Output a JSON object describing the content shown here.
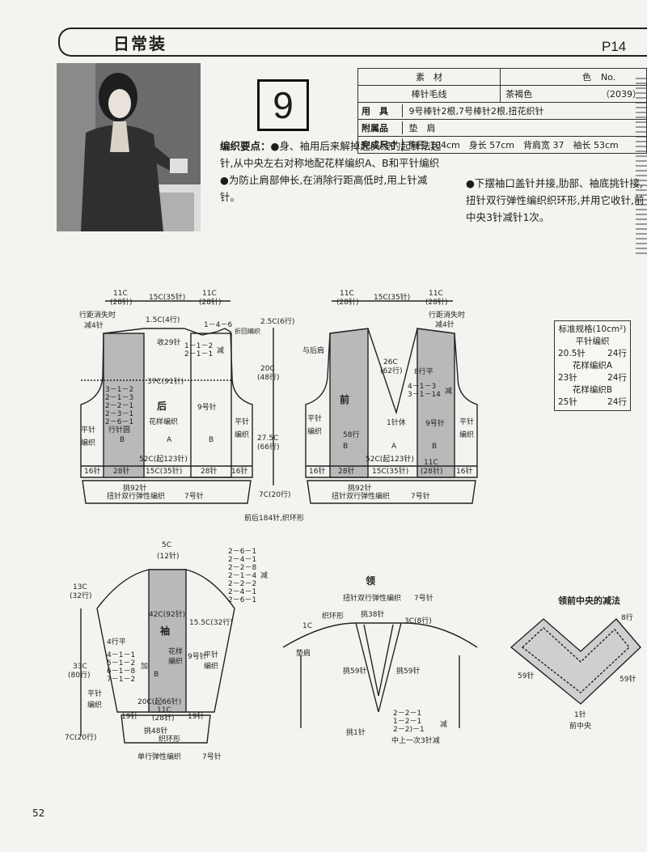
{
  "header": {
    "title": "日常装",
    "page_code": "P14"
  },
  "pattern_number": "9",
  "materials": {
    "col1_head": "素　材",
    "col2_head": "色",
    "col3_head": "No.",
    "yarn": "棒针毛线",
    "color": "茶褐色",
    "color_no": "（2039）",
    "tools_label": "用　具",
    "tools": "9号棒针2根,7号棒针2根,扭花织针",
    "accessories_label": "附属品",
    "accessories": "垫　肩",
    "size_label": "完成尺寸",
    "size": "胸围 104cm　身长 57cm　背肩宽 37　袖长 53cm"
  },
  "instructions": {
    "label": "编织要点：",
    "p1": "●身、袖用后来解掉起头线的起针法起针,从中央左右对称地配花样编织A、B和平针编织",
    "p2": "●为防止肩部伸长,在消除行距高低时,用上针减针。",
    "p3": "●下摆袖口盖针并接,肋部、袖底挑针接,扭针双行弹性编织织环形,并用它收针,前中央3针减针1次。"
  },
  "gauge": {
    "title": "标准规格(10cm²)",
    "l1": "平针编织",
    "l2a": "20.5针",
    "l2b": "24行",
    "l3": "花样编织A",
    "l4a": "23针",
    "l4b": "24行",
    "l5": "花样编织B",
    "l6a": "25针",
    "l6b": "24行"
  },
  "back": {
    "top_left": "11C",
    "top_left2": "(28针)",
    "top_mid": "15C(35针)",
    "top_right": "11C",
    "top_right2": "(28针)",
    "note1": "行距消失时",
    "note2": "减4针",
    "shoulder": "1.5C(4行)",
    "sh_dec": "1－4－6",
    "sh_dec_note": "折回编织",
    "neck": "收29针",
    "neck_dec1": "1－1－2",
    "neck_dec2": "2－1－1",
    "neck_dec_j": "减",
    "width": "37C(91针)",
    "arm1": "3－1－2",
    "arm2": "2－1－3",
    "arm3": "2－2－1",
    "arm4": "2－3－1",
    "arm5": "2－6－1",
    "arm_note": "行针圆",
    "name": "后",
    "pattern": "花样编织",
    "needle": "9号针",
    "side_l1": "平针",
    "side_l2": "编织",
    "side_r1": "平针",
    "side_r2": "编织",
    "b": "B",
    "a": "A",
    "b2": "B",
    "cast": "52C(起123针)",
    "cast_sub": "15C(35针)",
    "st16l": "16针",
    "st28l": "28针",
    "st28r": "28针",
    "st16r": "16针",
    "pickup": "挑92针",
    "rib": "扭针双行弹性编织",
    "needle7": "7号针",
    "round": "前后184针,织环形"
  },
  "center_dims": {
    "d1": "2.5C(6行)",
    "d2": "20C",
    "d3": "(48行)",
    "d4": "27.5C",
    "d5": "(66行)",
    "d6": "7C(20行)"
  },
  "front": {
    "top_left": "11C",
    "top_left2": "(28针)",
    "top_mid": "15C(35针)",
    "top_right": "11C",
    "top_right2": "(28针)",
    "note1": "行距消失时",
    "note2": "减4针",
    "same": "与后肩",
    "neck1": "26C",
    "neck2": "(62行)",
    "row8": "8行平",
    "dec1": "4－1－3",
    "dec2": "3－1－14",
    "dec_j": "减",
    "center_st": "1针休",
    "name": "前",
    "rows58": "58行",
    "needle": "9号针",
    "side_l1": "平针",
    "side_l2": "编织",
    "side_r1": "平针",
    "side_r2": "编织",
    "b": "B",
    "a": "A",
    "b2": "B",
    "cast": "52C(起123针)",
    "cast_sub": "15C(35针)",
    "st16l": "16针",
    "st28l": "28针",
    "c11": "11C",
    "c11b": "(28针)",
    "st16r": "16针",
    "pickup": "挑92针",
    "rib": "扭针双行弹性编织",
    "needle7": "7号针"
  },
  "sleeve": {
    "top1": "5C",
    "top2": "(12针)",
    "cap1": "2－6－1",
    "cap2": "2－4－1",
    "cap3": "2－2－8",
    "cap4": "2－1－4",
    "cap5": "2－2－2",
    "cap6": "2－4－1",
    "cap7": "2－6－1",
    "cap_j": "减",
    "h1": "13C",
    "h2": "(32行)",
    "w1": "42C(92针)",
    "w2": "15.5C(32行)",
    "name": "袖",
    "pat1": "花样",
    "pat2": "编织",
    "rows4": "4行平",
    "inc1": "4－1－1",
    "inc2": "5－1－2",
    "inc3": "6－1－8",
    "inc4": "7－1－2",
    "inc_j": "加",
    "b": "B",
    "n9": "9号针",
    "side1": "平针",
    "side2": "编织",
    "len1": "33C",
    "len2": "(80行)",
    "side_l1": "平针",
    "side_l2": "编织",
    "cast": "20C(起66针)",
    "c11": "11C",
    "c11b": "(28针)",
    "st19l": "19针",
    "st19r": "19针",
    "pickup": "挑48针",
    "round": "织环形",
    "cuff": "7C(20行)",
    "rib": "单行弹性编织",
    "needle7": "7号针"
  },
  "neck": {
    "title": "领",
    "rib": "扭针双行弹性编织",
    "needle7": "7号针",
    "round": "织环形",
    "pick38": "挑38针",
    "c1": "1C",
    "c3": "3C(8行)",
    "pad": "垫肩",
    "pick59l": "挑59针",
    "pick59r": "挑59针",
    "dec1": "2－2－1",
    "dec2": "1－2－1",
    "dec3": "2－2)－1",
    "dec_j": "减",
    "pick1": "挑1针",
    "center": "中上一次3针减"
  },
  "v_detail": {
    "title": "领前中央的减法",
    "rows8": "8行",
    "st59l": "59针",
    "st59r": "59针",
    "st1": "1针",
    "center": "前中央"
  },
  "page_number": "52"
}
